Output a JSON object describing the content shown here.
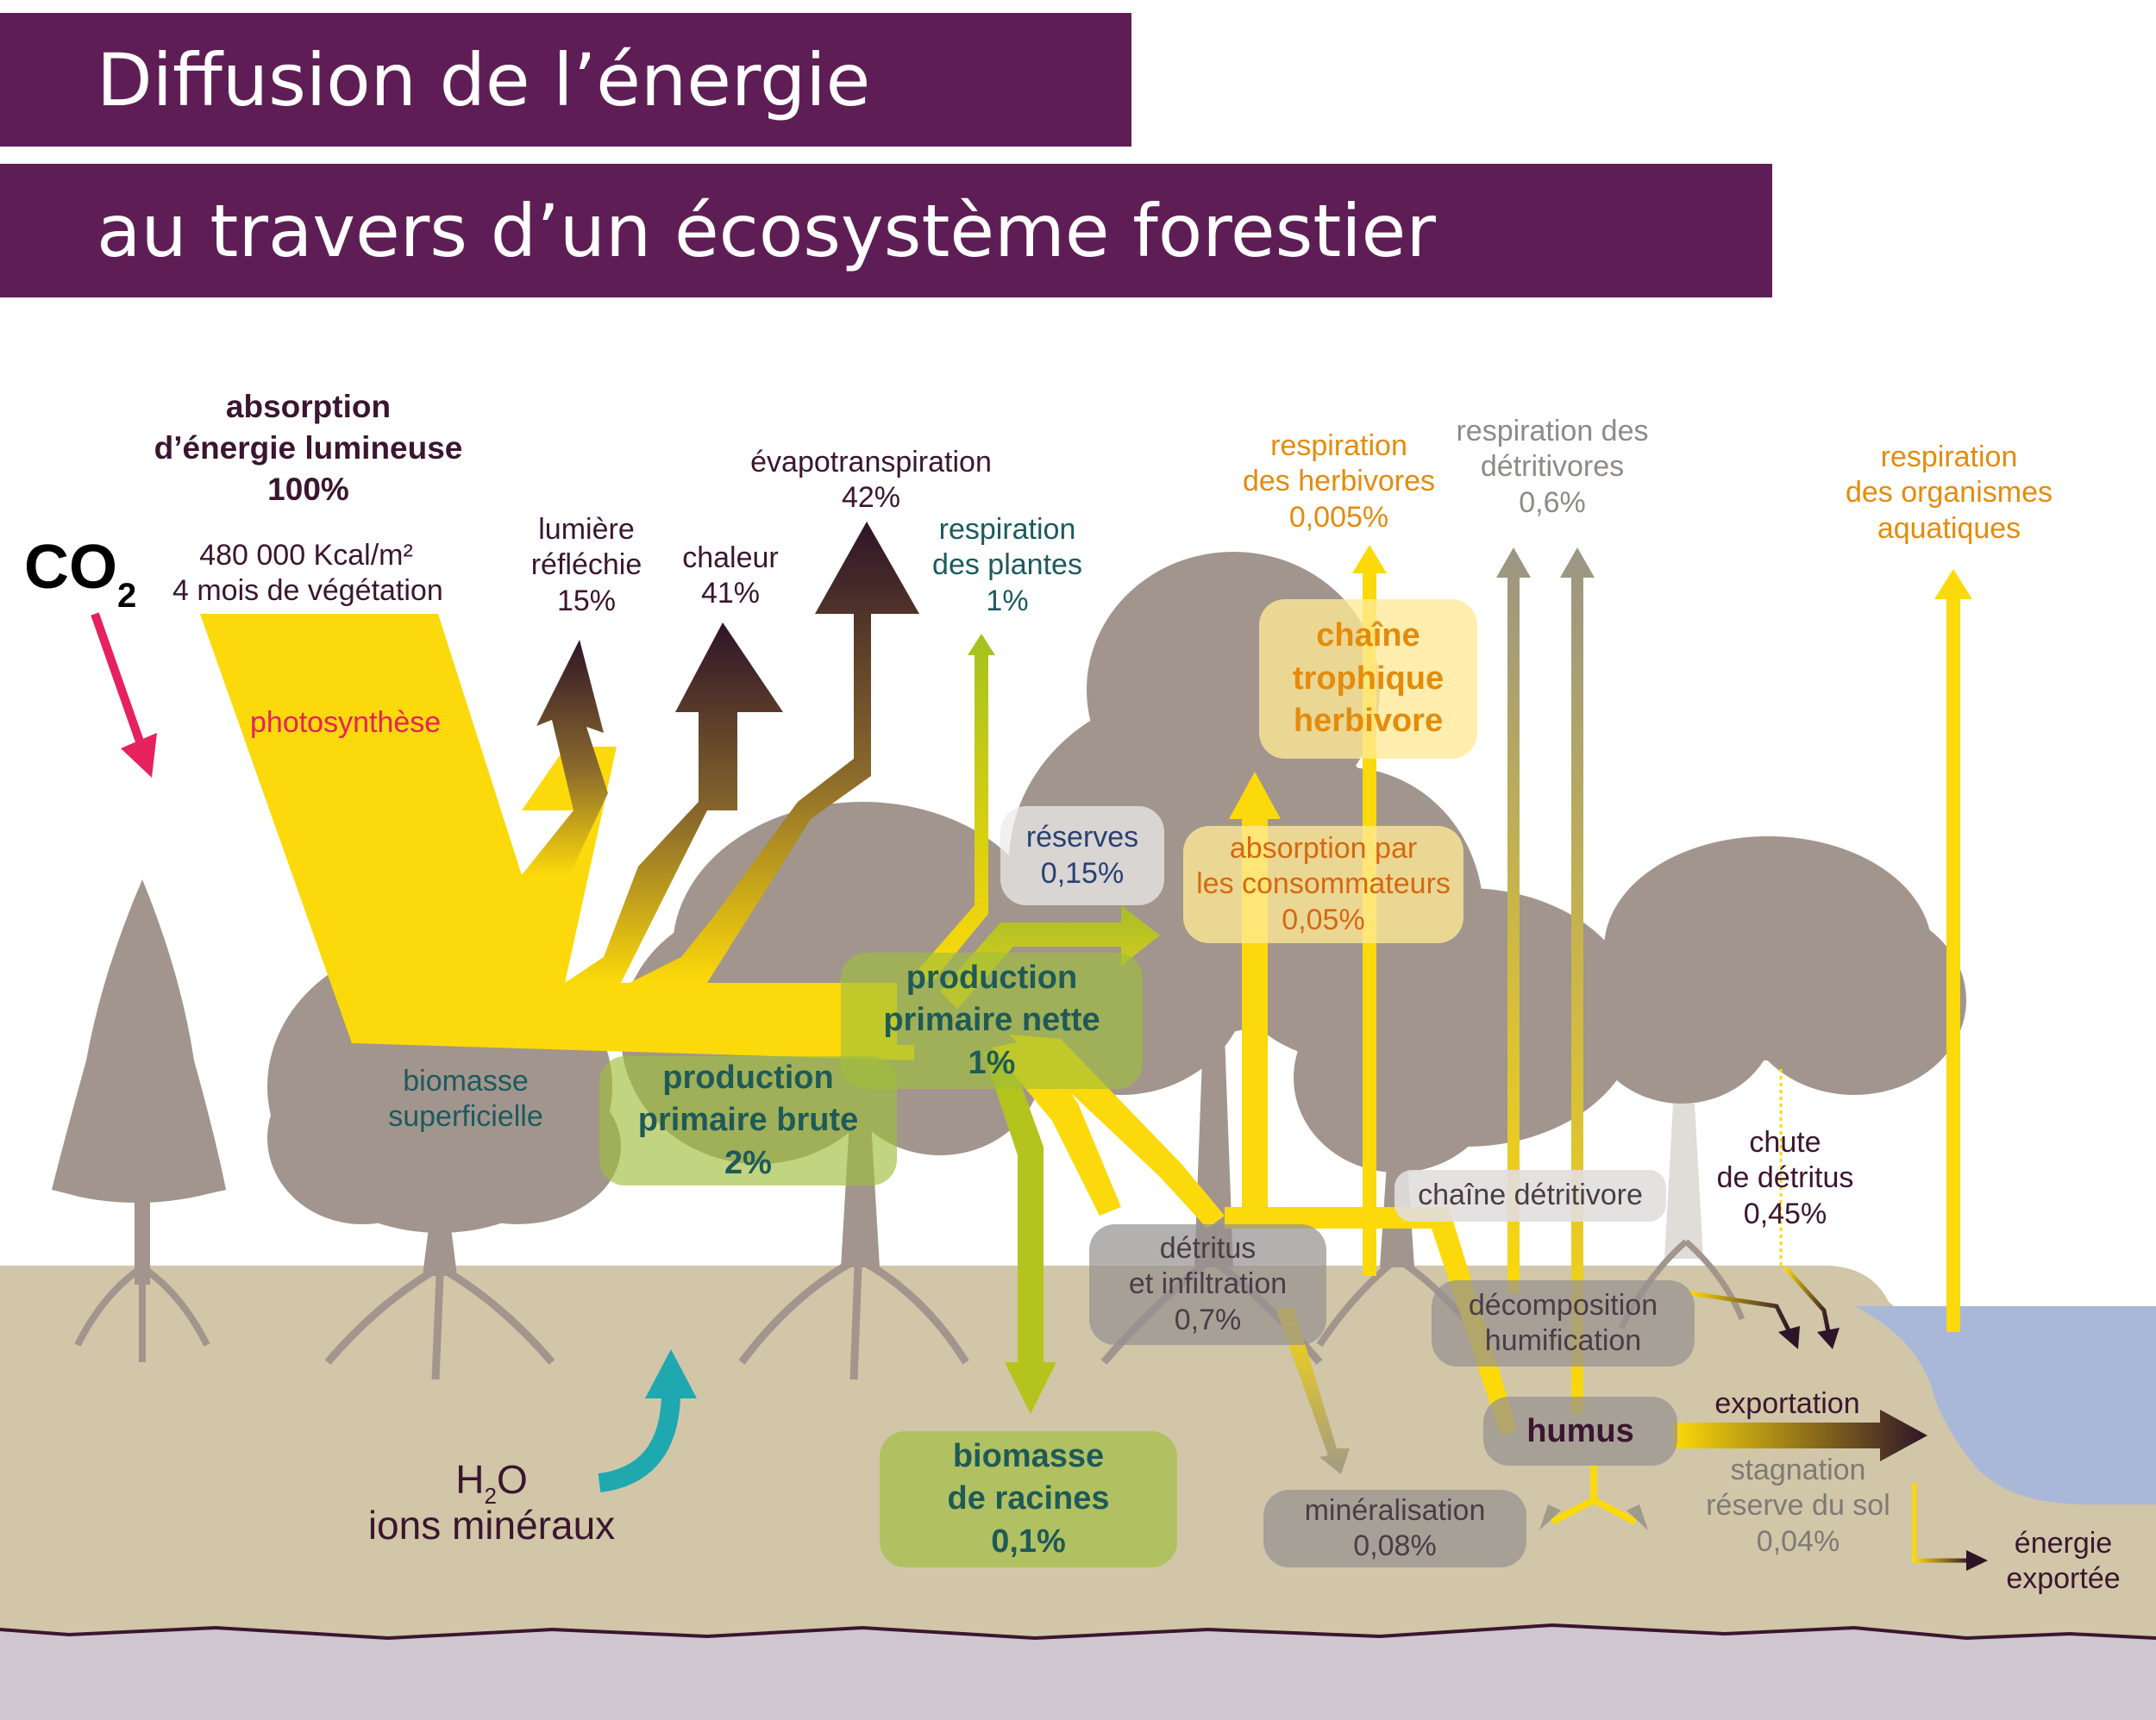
{
  "title": {
    "line1": "Diffusion de l’énergie",
    "line2": "au travers d’un écosystème forestier"
  },
  "input": {
    "co2_main": "CO",
    "co2_sub": "2",
    "absorption_line1": "absorption",
    "absorption_line2": "d’énergie lumineuse",
    "absorption_pct": "100%",
    "kcal": "480 000 Kcal/m²",
    "vegetation": "4 mois de végétation",
    "photosynthese": "photosynthèse",
    "h2o_h": "H",
    "h2o_sub": "2",
    "h2o_o": "O",
    "ions": "ions minéraux"
  },
  "outputs": {
    "lumiere_1": "lumière",
    "lumiere_2": "réfléchie",
    "lumiere_pct": "15%",
    "chaleur": "chaleur",
    "chaleur_pct": "41%",
    "evapo": "évapotranspiration",
    "evapo_pct": "42%",
    "resp_plantes_1": "respiration",
    "resp_plantes_2": "des plantes",
    "resp_plantes_pct": "1%"
  },
  "production": {
    "brute_1": "production",
    "brute_2": "primaire brute",
    "brute_pct": "2%",
    "nette_1": "production",
    "nette_2": "primaire nette",
    "nette_pct": "1%",
    "racines_1": "biomasse",
    "racines_2": "de racines",
    "racines_pct": "0,1%",
    "biomasse_sup_1": "biomasse",
    "biomasse_sup_2": "superficielle",
    "reserves": "réserves",
    "reserves_pct": "0,15%"
  },
  "consumers": {
    "absorption_1": "absorption par",
    "absorption_2": "les consommateurs",
    "absorption_pct": "0,05%",
    "chaine_1": "chaîne",
    "chaine_2": "trophique",
    "chaine_3": "herbivore",
    "resp_herb_1": "respiration",
    "resp_herb_2": "des herbivores",
    "resp_herb_pct": "0,005%",
    "resp_detr_1": "respiration des",
    "resp_detr_2": "détritivores",
    "resp_detr_pct": "0,6%",
    "resp_aqua_1": "respiration",
    "resp_aqua_2": "des organismes",
    "resp_aqua_3": "aquatiques"
  },
  "soil": {
    "detritus_1": "détritus",
    "detritus_2": "et infiltration",
    "detritus_pct": "0,7%",
    "chaine_detr": "chaîne détritivore",
    "decomp_1": "décomposition",
    "decomp_2": "humification",
    "humus": "humus",
    "mineral": "minéralisation",
    "mineral_pct": "0,08%",
    "chute_1": "chute",
    "chute_2": "de détritus",
    "chute_pct": "0,45%",
    "exportation": "exportation",
    "stagnation_1": "stagnation",
    "stagnation_2": "réserve du sol",
    "stagnation_pct": "0,04%",
    "energie_1": "énergie",
    "energie_2": "exportée"
  },
  "colors": {
    "banner": "#5e1e55",
    "energy_yellow": "#fcd90a",
    "dark_plum": "#2e1428",
    "tree": "#a1958d",
    "soil": "#d1c6a7",
    "water": "#a9b8d9",
    "bedrock": "#d0c6d0",
    "co2_arrow": "#e5225e",
    "h2o_arrow": "#1fa8b0"
  }
}
